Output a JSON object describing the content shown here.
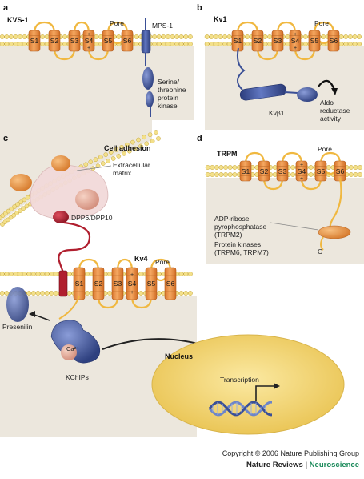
{
  "panels": {
    "a": {
      "letter": "a",
      "title": "KVS-1",
      "segments": [
        "S1",
        "S2",
        "S3",
        "S4",
        "S5",
        "S6"
      ],
      "pore": "Pore",
      "mps": "MPS-1",
      "kinase": [
        "Serine/",
        "threonine",
        "protein",
        "kinase"
      ]
    },
    "b": {
      "letter": "b",
      "title": "Kv1",
      "segments": [
        "S1",
        "S2",
        "S3",
        "S4",
        "S5",
        "S6"
      ],
      "pore": "Pore",
      "beta": "Kvβ1",
      "aldo": [
        "Aldo",
        "reductase",
        "activity"
      ]
    },
    "c": {
      "letter": "c",
      "adhesion": "Cell adhesion",
      "matrix": [
        "Extracellular",
        "matrix"
      ],
      "dpp": "DPP6/DPP10",
      "title": "Kv4",
      "segments": [
        "S1",
        "S2",
        "S3",
        "S4",
        "S5",
        "S6"
      ],
      "pore": "Pore",
      "presenilin": "Presenilin",
      "ca": "Ca²⁺",
      "kchips": "KChIPs",
      "nucleus": "Nucleus",
      "transcription": "Transcription"
    },
    "d": {
      "letter": "d",
      "title": "TRPM",
      "segments": [
        "S1",
        "S2",
        "S3",
        "S4",
        "S5",
        "S6"
      ],
      "pore": "Pore",
      "annotation": [
        "ADP-ribose",
        "pyrophosphatase",
        "(TRPM2)",
        "Protein kinases",
        "(TRPM6, TRPM7)"
      ],
      "cterm": "C"
    }
  },
  "footer": {
    "copyright": "Copyright © 2006 Nature Publishing Group",
    "journal": "Nature Reviews",
    "separator": " | ",
    "section": "Neuroscience"
  },
  "colors": {
    "helix": "#e8924a",
    "loop": "#f0b840",
    "lipid_head": "#f3e08a",
    "cytoplasm": "#ece7dd",
    "blue": "#3a4f96",
    "pink": "#e8a596",
    "red": "#b01e2e",
    "nucleus": "#f2d060",
    "accent": "#1a8a5a"
  }
}
